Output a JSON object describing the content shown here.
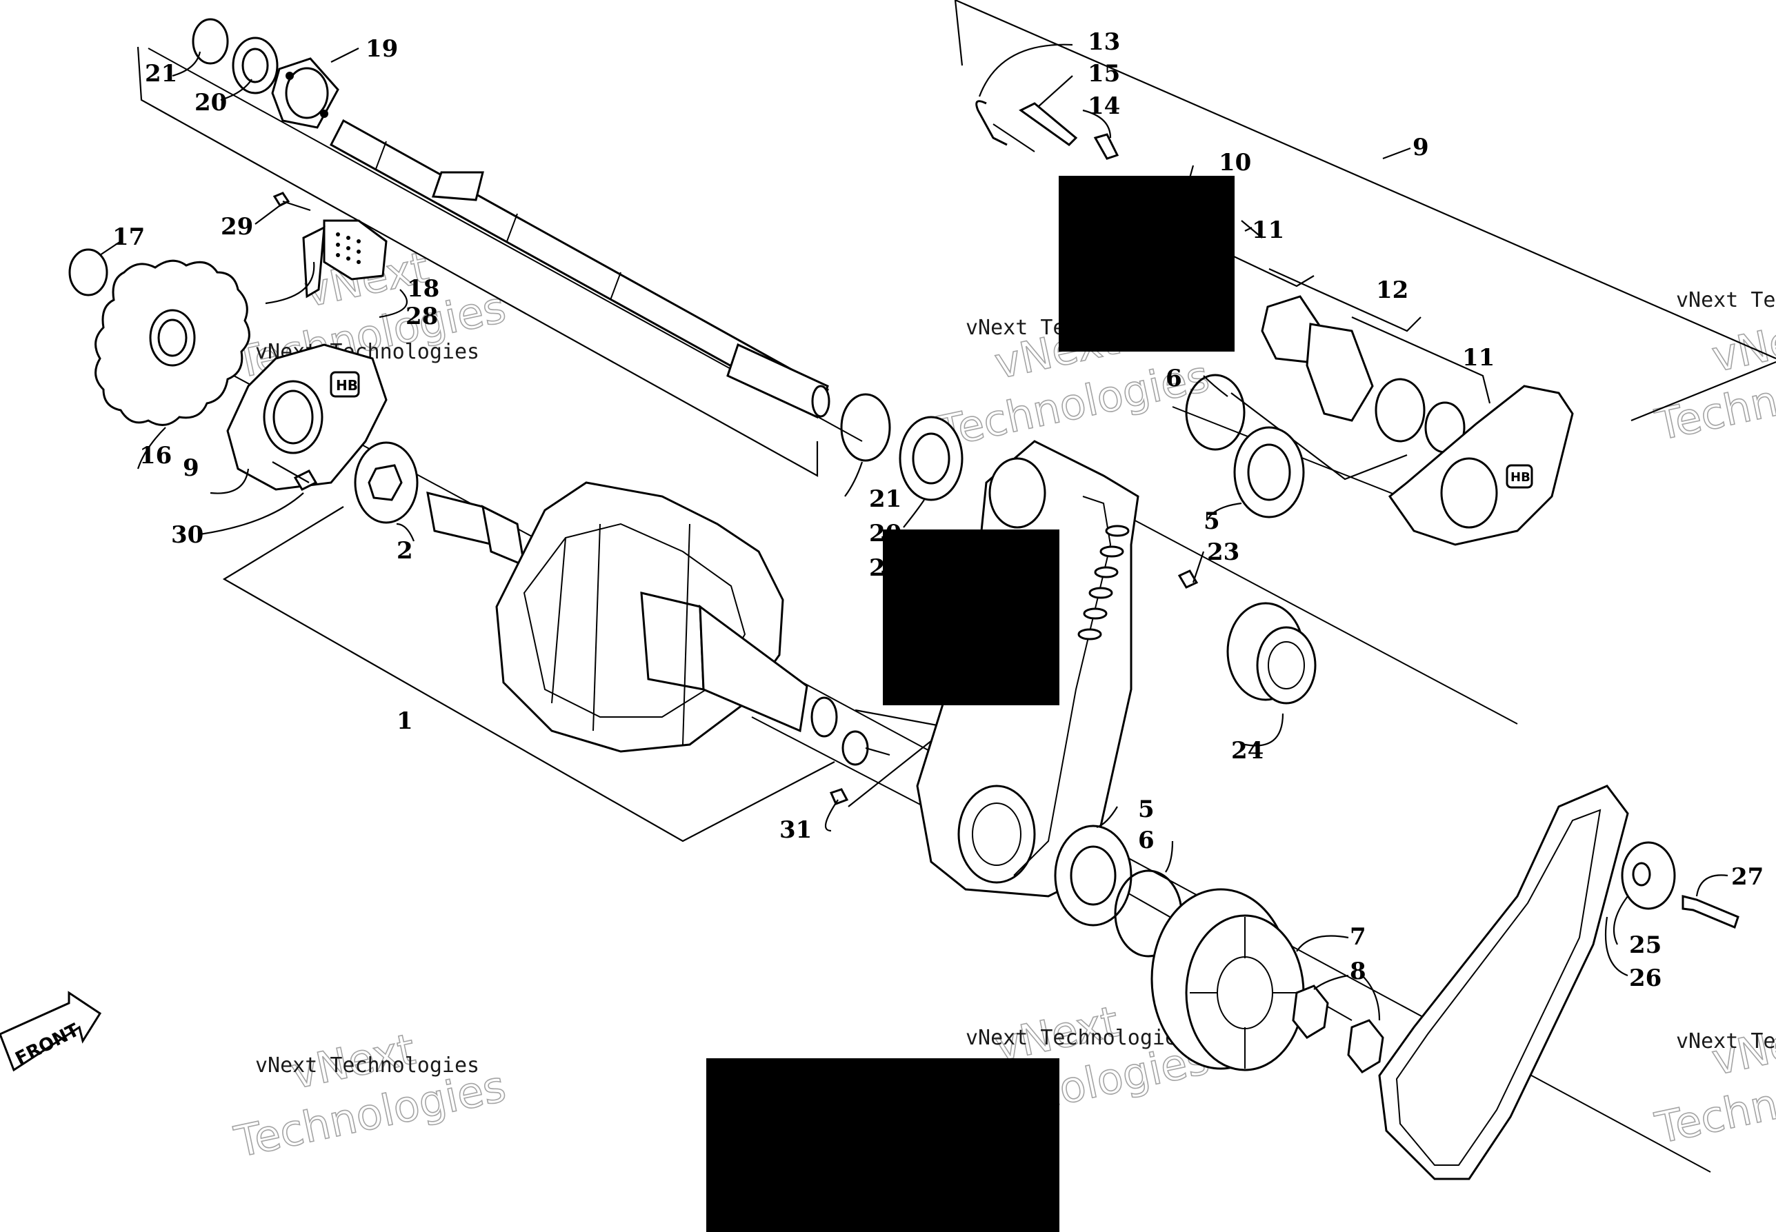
{
  "callouts": [
    {
      "id": "c1",
      "label": "1"
    },
    {
      "id": "c2",
      "label": "2"
    },
    {
      "id": "c5a",
      "label": "5"
    },
    {
      "id": "c5b",
      "label": "5"
    },
    {
      "id": "c6a",
      "label": "6"
    },
    {
      "id": "c6b",
      "label": "6"
    },
    {
      "id": "c7",
      "label": "7"
    },
    {
      "id": "c8",
      "label": "8"
    },
    {
      "id": "c9a",
      "label": "9"
    },
    {
      "id": "c9b",
      "label": "9"
    },
    {
      "id": "c10",
      "label": "10"
    },
    {
      "id": "c11a",
      "label": "11"
    },
    {
      "id": "c11b",
      "label": "11"
    },
    {
      "id": "c12",
      "label": "12"
    },
    {
      "id": "c13",
      "label": "13"
    },
    {
      "id": "c14",
      "label": "14"
    },
    {
      "id": "c15",
      "label": "15"
    },
    {
      "id": "c16",
      "label": "16"
    },
    {
      "id": "c17",
      "label": "17"
    },
    {
      "id": "c18",
      "label": "18"
    },
    {
      "id": "c19",
      "label": "19"
    },
    {
      "id": "c20a",
      "label": "20"
    },
    {
      "id": "c20b",
      "label": "20"
    },
    {
      "id": "c21a",
      "label": "21"
    },
    {
      "id": "c21b",
      "label": "21"
    },
    {
      "id": "c22",
      "label": "2"
    },
    {
      "id": "c23",
      "label": "23"
    },
    {
      "id": "c24",
      "label": "24"
    },
    {
      "id": "c25",
      "label": "25"
    },
    {
      "id": "c26",
      "label": "26"
    },
    {
      "id": "c27",
      "label": "27"
    },
    {
      "id": "c28",
      "label": "28"
    },
    {
      "id": "c29",
      "label": "29"
    },
    {
      "id": "c30",
      "label": "30"
    },
    {
      "id": "c31",
      "label": "31"
    }
  ],
  "watermark": {
    "line1": "vNext Technologies",
    "line2a": "vNext",
    "line2b": "Technologies"
  },
  "front_label": "FRONT",
  "brand_mark": "HB"
}
